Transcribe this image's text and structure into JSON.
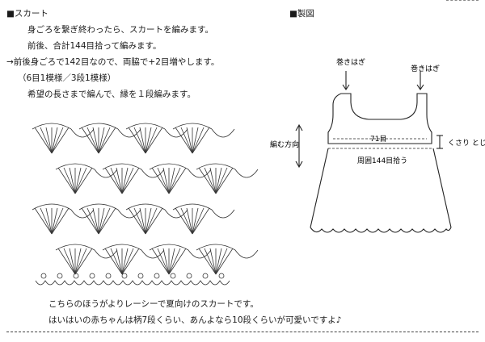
{
  "skirt": {
    "heading": "■スカート",
    "lines": [
      "身ごろを繋ぎ終わったら、スカートを編みます。",
      "前後、合計144目拾って編みます。",
      "→前後身ごろで142目なので、両脇で+2目増やします。",
      "（6目1模様／3段1模様）",
      "希望の長さまで編んで、縁を１段編みます。"
    ]
  },
  "diagram": {
    "heading": "■製図",
    "labels": {
      "seam_left": "巻きはぎ",
      "seam_right": "巻きはぎ",
      "direction": "編む方向",
      "stitches_top": "71目",
      "stitches_around": "周囲144目拾う",
      "edging": "くさり とじ"
    }
  },
  "footer": {
    "lines": [
      "こちらのほうがよりレーシーで夏向けのスカートです。",
      "はいはいの赤ちゃんは柄7段くらい、あんよなら10段くらいが可愛いですよ♪"
    ]
  }
}
